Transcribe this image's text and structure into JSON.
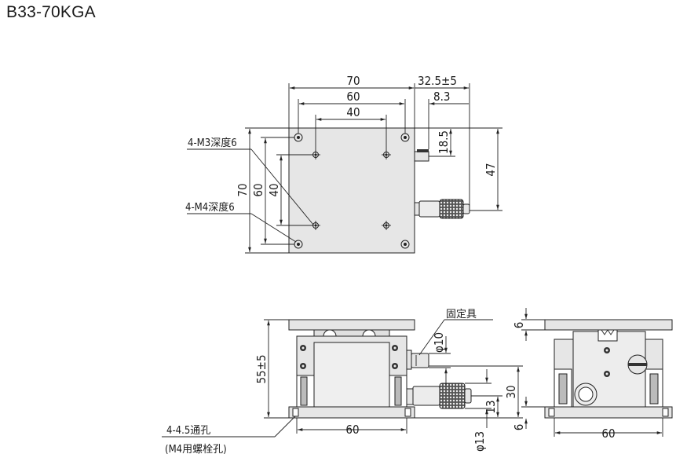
{
  "title": "B33-70KGA",
  "top_view": {
    "dims": {
      "w70": "70",
      "w60": "60",
      "w40": "40",
      "offset": "32.5±5",
      "d83": "8.3",
      "d185": "18.5",
      "d47": "47",
      "h70": "70",
      "h60": "60",
      "h40": "40"
    },
    "labels": {
      "m3": "4-M3深度6",
      "m4": "4-M4深度6"
    }
  },
  "front_view": {
    "dims": {
      "height": "55±5",
      "width": "60",
      "phi10": "φ10",
      "phi13": "φ13",
      "d30": "30",
      "d13": "13",
      "d6": "6"
    },
    "labels": {
      "clamp": "固定具",
      "holes": "4-4.5通孔",
      "holes_note": "(M4用螺栓孔)"
    }
  },
  "side_view": {
    "dims": {
      "d6a": "6",
      "width": "60"
    }
  },
  "colors": {
    "body": "#e6e6e6",
    "dark": "#3a3a3a",
    "line": "#222222"
  }
}
